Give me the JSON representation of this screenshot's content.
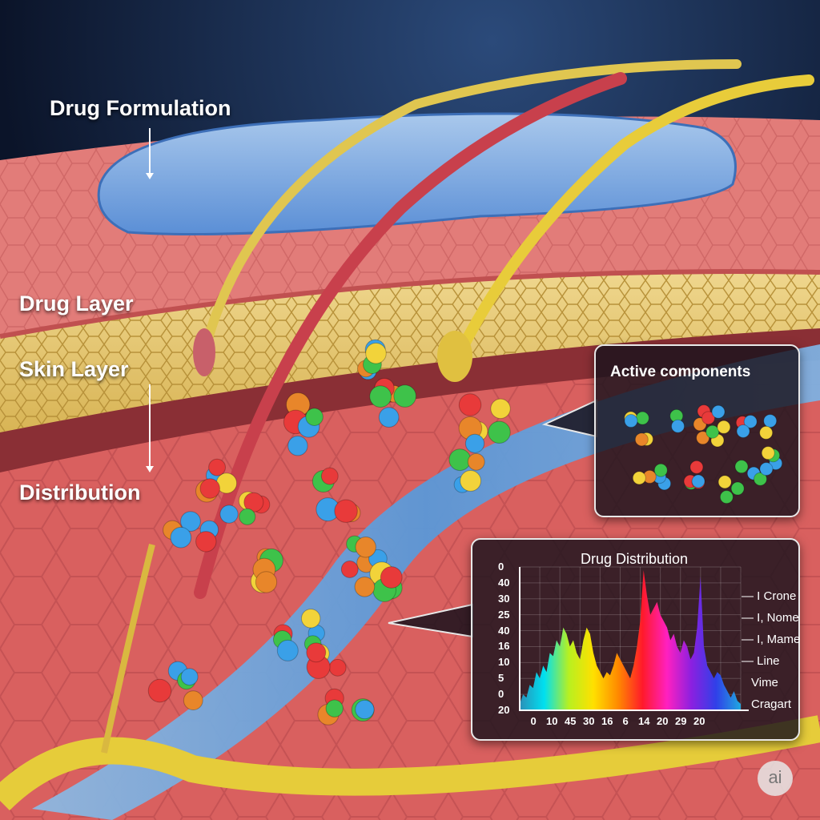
{
  "labels": {
    "drug_formulation": "Drug Formulation",
    "drug_layer": "Drug Layer",
    "skin_layer": "Skin Layer",
    "distribution": "Distribution"
  },
  "active_panel": {
    "title": "Active components",
    "molecule_colors": [
      "#e83a3a",
      "#3aa0e8",
      "#f2d33a",
      "#3ec24a",
      "#e8862a"
    ]
  },
  "chart_data": {
    "type": "area",
    "title": "Drug Distribution",
    "y_tick_labels": [
      "0",
      "40",
      "30",
      "25",
      "40",
      "16",
      "10",
      "5",
      "0",
      "20"
    ],
    "x_tick_labels": [
      "0",
      "10",
      "45",
      "30",
      "16",
      "6",
      "14",
      "20",
      "29",
      "20"
    ],
    "legend": [
      "I Crone",
      "I, Nome",
      "I, Mame",
      "Line",
      "Vime",
      "Cragart"
    ],
    "ylim": [
      0,
      45
    ],
    "values": [
      2,
      5,
      4,
      8,
      7,
      12,
      10,
      14,
      12,
      18,
      17,
      22,
      20,
      26,
      24,
      20,
      22,
      18,
      16,
      22,
      26,
      24,
      18,
      14,
      12,
      10,
      12,
      11,
      14,
      18,
      16,
      14,
      12,
      10,
      14,
      20,
      28,
      44,
      36,
      30,
      32,
      34,
      30,
      28,
      26,
      22,
      24,
      20,
      18,
      22,
      20,
      16,
      18,
      26,
      42,
      20,
      14,
      12,
      10,
      12,
      11,
      8,
      6,
      4,
      6,
      3,
      2
    ],
    "colors": [
      "#2a8fb8",
      "#00e0f0",
      "#b8f020",
      "#ffe000",
      "#ff8a00",
      "#ff1a2a",
      "#ff20c0",
      "#8a20e0",
      "#3040e8",
      "#20a8e0"
    ]
  },
  "logo": "ai"
}
